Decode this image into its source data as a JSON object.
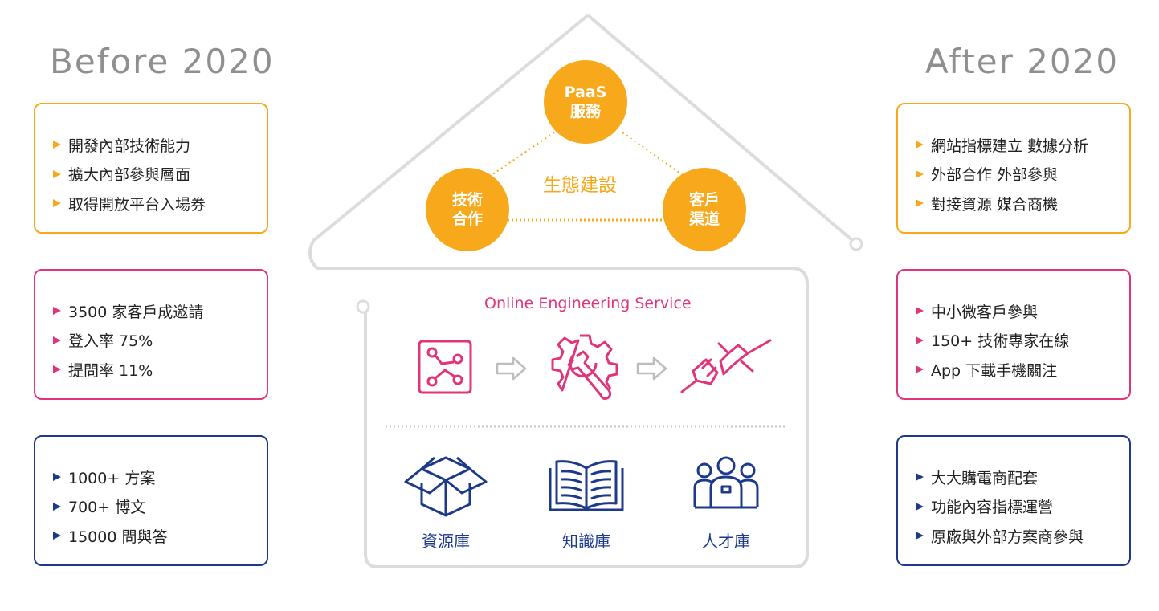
{
  "before": {
    "title": "Before 2020",
    "groups": [
      {
        "color": "#f7a81b",
        "items": [
          "開發內部技術能力",
          "擴大內部參與層面",
          "取得開放平台入場券"
        ]
      },
      {
        "color": "#e0357a",
        "items": [
          "3500 家客戶成邀請",
          "登入率 75%",
          "提問率 11%"
        ]
      },
      {
        "color": "#1d3a8a",
        "items": [
          "1000+ 方案",
          "700+ 博文",
          "15000 問與答"
        ]
      }
    ]
  },
  "after": {
    "title": "After 2020",
    "groups": [
      {
        "color": "#f7a81b",
        "items": [
          "網站指標建立 數據分析",
          "外部合作 外部參與",
          "對接資源 媒合商機"
        ]
      },
      {
        "color": "#e0357a",
        "items": [
          "中小微客戶參與",
          "150+ 技術專家在線",
          "App 下載手機關注"
        ]
      },
      {
        "color": "#1d3a8a",
        "items": [
          "大大購電商配套",
          "功能內容指標運營",
          "原廠與外部方案商參與"
        ]
      }
    ]
  },
  "ecosystem": {
    "label": "生態建設",
    "nodes": [
      {
        "line1": "PaaS",
        "line2": "服務"
      },
      {
        "line1": "技術",
        "line2": "合作"
      },
      {
        "line1": "客戶",
        "line2": "渠道"
      }
    ]
  },
  "service": {
    "title": "Online Engineering Service",
    "icons": [
      "circuit-board-icon",
      "gear-wrench-icon",
      "plug-icon"
    ],
    "repos": [
      {
        "icon": "box-icon",
        "label": "資源庫"
      },
      {
        "icon": "book-icon",
        "label": "知識庫"
      },
      {
        "icon": "people-icon",
        "label": "人才庫"
      }
    ]
  },
  "colors": {
    "orange": "#f7a81b",
    "pink": "#e0357a",
    "navy": "#1d3a8a",
    "gray": "#d9d9d9",
    "title_gray": "#8f8f8f"
  }
}
